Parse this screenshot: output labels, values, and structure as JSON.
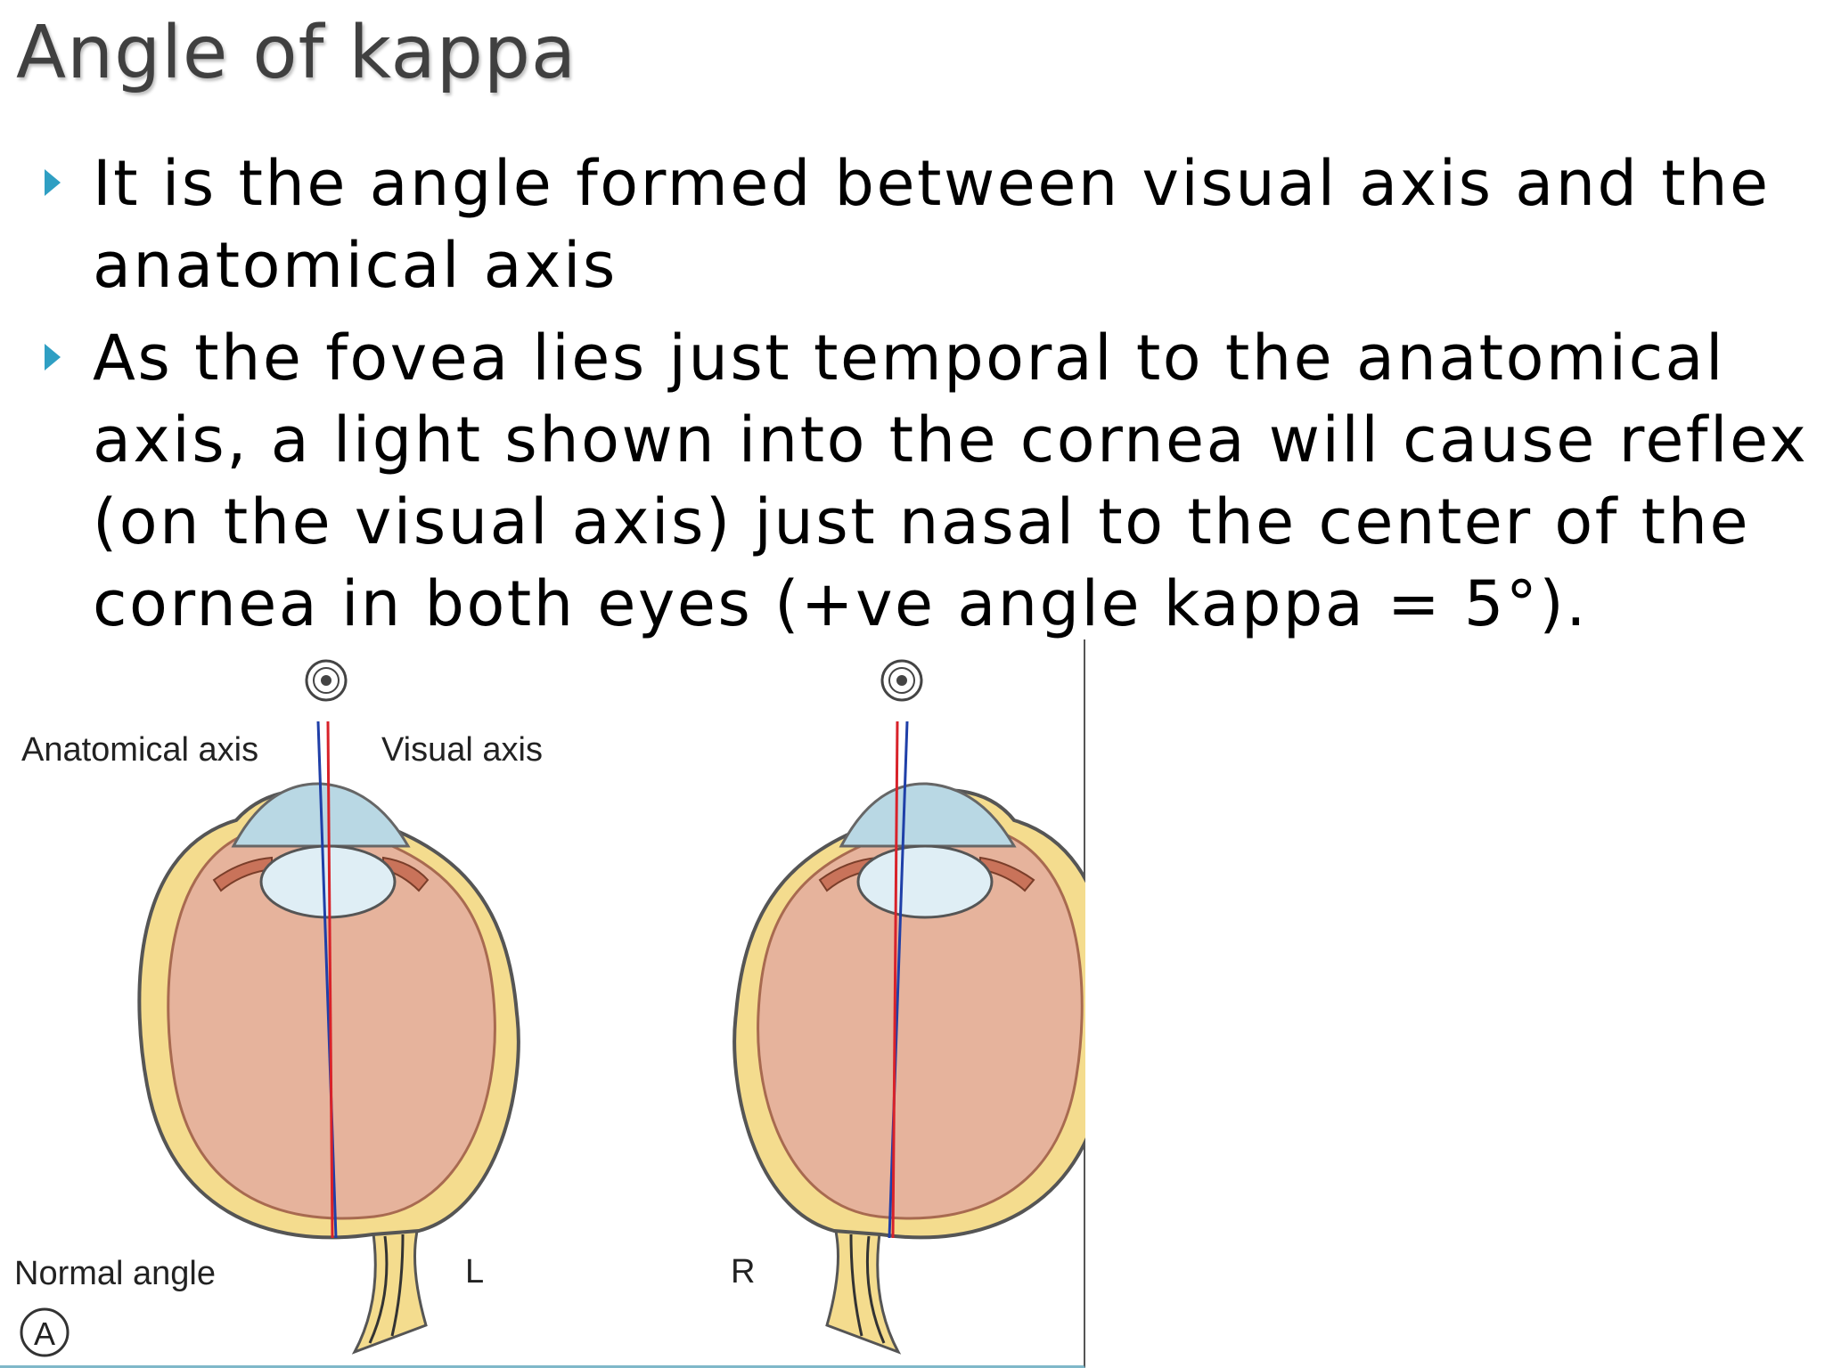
{
  "slide": {
    "title": "Angle of kappa",
    "bullets": [
      {
        "text": "It is the angle formed between visual axis and the anatomical axis"
      },
      {
        "text": "As the fovea lies just temporal to the anatomical axis, a light shown into the cornea will cause reflex (on the visual axis) just nasal to the center of the cornea in both eyes (+ve angle kappa = 5°)."
      }
    ]
  },
  "figure": {
    "anatomical_axis_label": "Anatomical axis",
    "visual_axis_label": "Visual axis",
    "normal_angle_label": "Normal angle",
    "left_eye_label": "L",
    "right_eye_label": "R",
    "panel_label": "A"
  },
  "colors": {
    "bullet_accent": "#2f9fc3",
    "anatomical_axis": "#1f3fa8",
    "visual_axis": "#d8222a",
    "vitreous": "#e6b39c",
    "sclera_layer": "#f4dc8e",
    "cornea": "#b9d8e4"
  }
}
